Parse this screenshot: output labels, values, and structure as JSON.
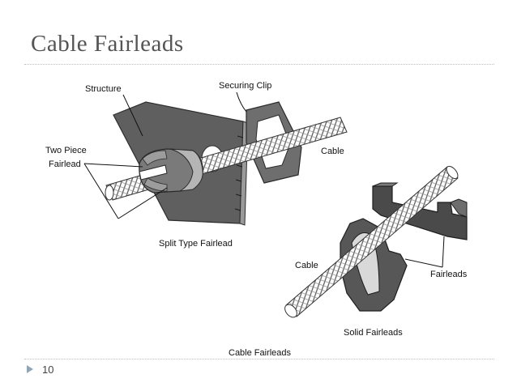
{
  "slide": {
    "title": "Cable Fairleads",
    "page_number": "10",
    "caption": "Cable Fairleads"
  },
  "figure": {
    "labels": {
      "structure": "Structure",
      "securing_clip": "Securing Clip",
      "two_piece": "Two Piece",
      "fairlead": "Fairlead",
      "cable_top": "Cable",
      "split_type": "Split Type Fairlead",
      "cable_bottom": "Cable",
      "fairleads": "Fairleads",
      "solid_fairleads": "Solid Fairleads"
    }
  },
  "colors": {
    "title": "#555555",
    "plate": "#5f5f5f",
    "plate_dark": "#3d3d3d",
    "bullet": "#8ea6b8"
  }
}
